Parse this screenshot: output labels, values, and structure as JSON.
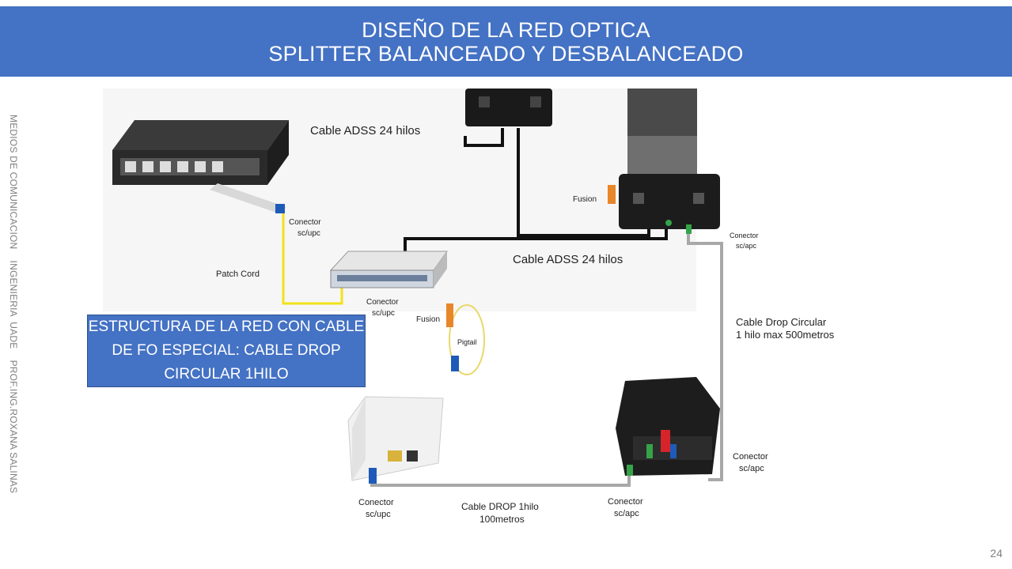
{
  "header": {
    "title_line1": "DISEÑO DE LA RED OPTICA",
    "title_line2": "SPLITTER BALANCEADO Y DESBALANCEADO"
  },
  "sidebar_text": "MEDIOS DE COMUNICACION    INGENIERIA  UADE    PROF.ING.ROXANA SALINAS",
  "page_number": "24",
  "callout": {
    "text": "ESTRUCTURA DE LA RED  CON CABLE DE FO ESPECIAL: CABLE DROP CIRCULAR 1HILO"
  },
  "labels": {
    "cable_adss_top": "Cable ADSS 24 hilos",
    "cable_adss_mid": "Cable ADSS 24 hilos",
    "fusion_top": "Fusion",
    "fusion_mid": "Fusion",
    "conector_scupc_1_a": "Conector",
    "conector_scupc_1_b": "sc/upc",
    "patch_cord": "Patch Cord",
    "conector_scupc_2_a": "Conector",
    "conector_scupc_2_b": "sc/upc",
    "pigtail": "Pigtail",
    "conector_scapc_top_a": "Conector",
    "conector_scapc_top_b": "sc/apc",
    "drop_circular_a": "Cable Drop Circular",
    "drop_circular_b": "1 hilo max 500metros",
    "conector_scapc_right_a": "Conector",
    "conector_scapc_right_b": "sc/apc",
    "conector_scupc_bottom_a": "Conector",
    "conector_scupc_bottom_b": "sc/upc",
    "cable_drop_bottom_a": "Cable DROP 1hilo",
    "cable_drop_bottom_b": "100metros",
    "conector_scapc_bottom_a": "Conector",
    "conector_scapc_bottom_b": "sc/apc"
  },
  "colors": {
    "header_bg": "#4472c4",
    "callout_bg": "#4472c4",
    "patch_cord": "#f2e21a",
    "fusion": "#e8862a",
    "cable": "#111111",
    "drop_cable": "#a8a8a8"
  }
}
